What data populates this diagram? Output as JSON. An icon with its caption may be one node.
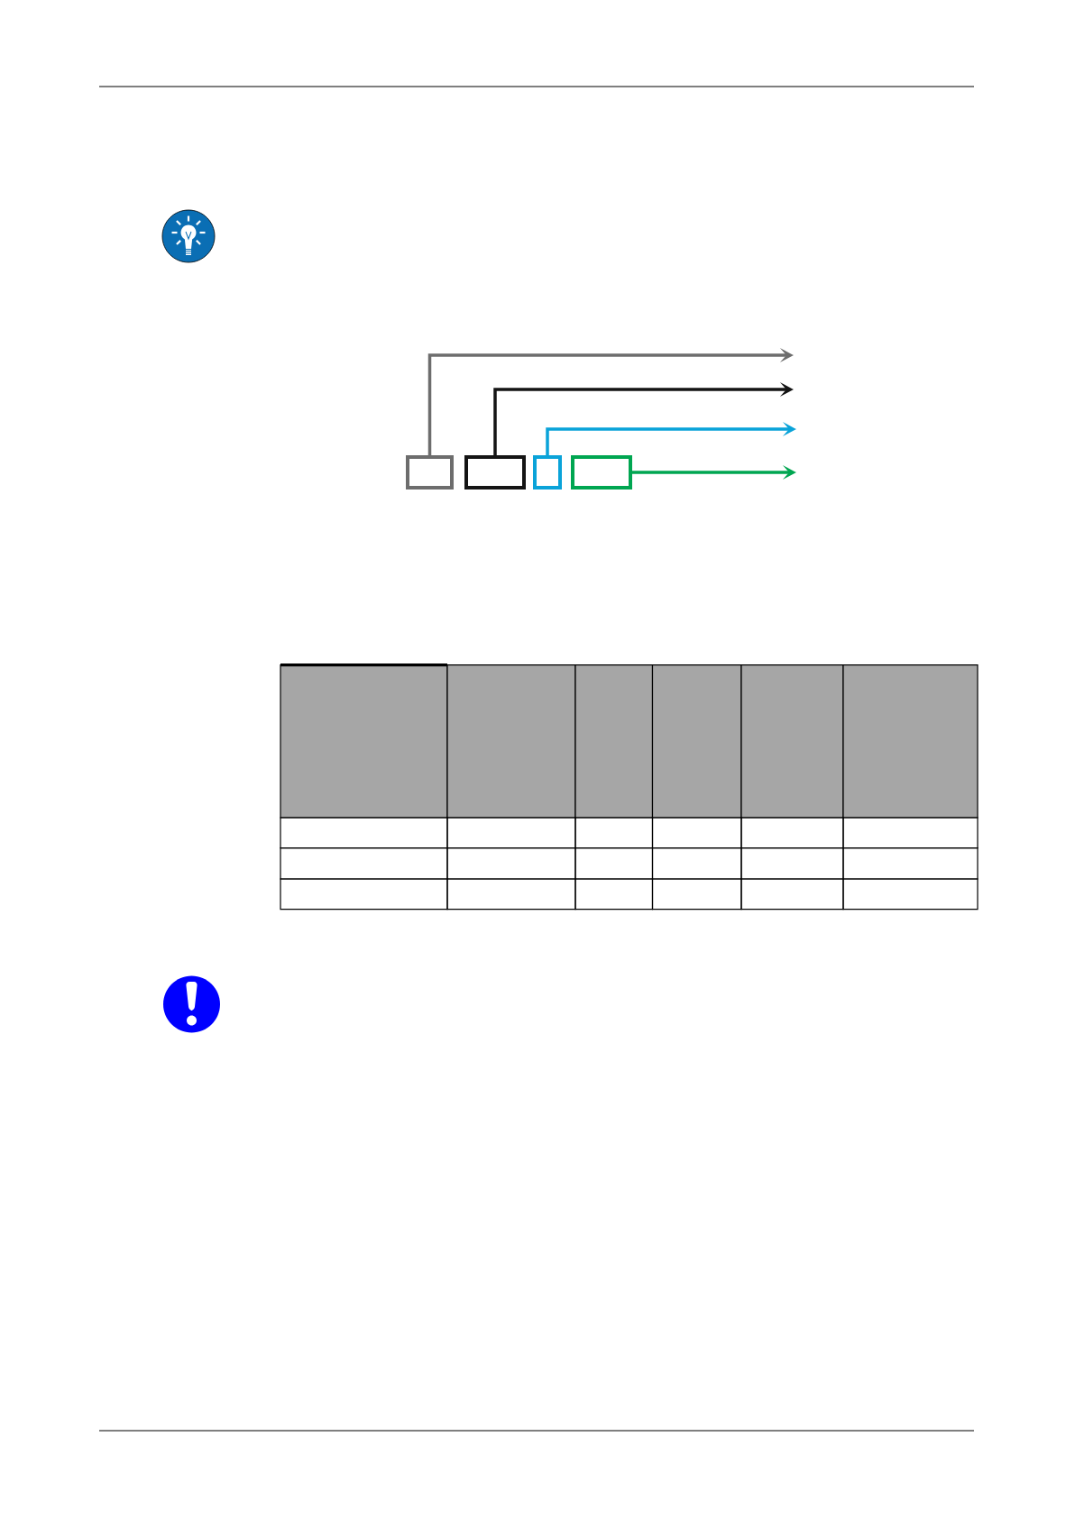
{
  "diagram": {
    "nodes": [
      {
        "text": [],
        "shape": "box"
      },
      {
        "text": [],
        "shape": "box"
      },
      {
        "text": [],
        "shape": "box"
      },
      {
        "text": [],
        "shape": "box"
      }
    ],
    "edges": [
      {
        "from": 0,
        "to": null,
        "arrow": "to",
        "color": "#6d6d6d"
      },
      {
        "from": 1,
        "to": null,
        "arrow": "to",
        "color": "#141414"
      },
      {
        "from": 2,
        "to": null,
        "arrow": "to",
        "color": "#0aa3d9"
      },
      {
        "from": 3,
        "to": null,
        "arrow": "to",
        "color": "#00a651"
      }
    ]
  }
}
